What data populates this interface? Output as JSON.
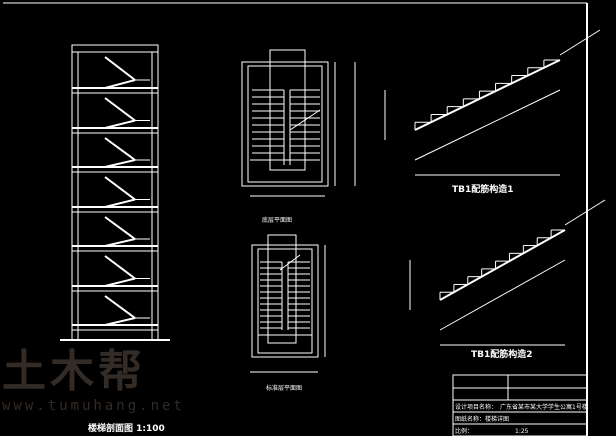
{
  "drawing": {
    "section_title": "楼梯剖面图 1:100",
    "plan1_title": "底层平面图",
    "plan2_title": "标准层平面图",
    "detail1_title": "TB1配筋构造1",
    "detail2_title": "TB1配筋构造2"
  },
  "title_block": {
    "project_label": "设计项目名称：",
    "project_name": "广东省某市某大学学生公寓1号楼",
    "drawing_name": "图纸名称：楼梯详图",
    "scale_label": "比例：",
    "scale_value": "1:25"
  },
  "watermark": {
    "logo": "土木帮",
    "url": "www.tumuhang.net"
  },
  "colors": {
    "background": "#000000",
    "lines": "#ffffff",
    "watermark": "#3d332c"
  }
}
